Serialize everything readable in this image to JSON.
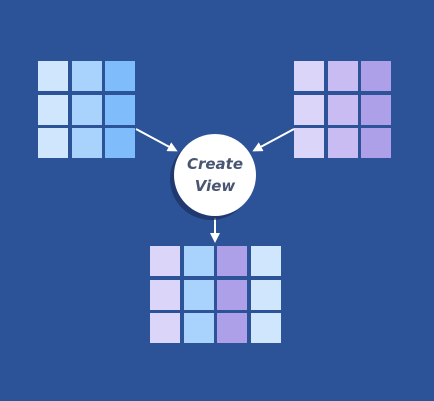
{
  "view_node": {
    "label_line1": "Create",
    "label_line2": "View"
  },
  "colors": {
    "background": "#2c5298",
    "arrow": "#ffffff",
    "node_fill": "#ffffff",
    "node_text": "#4a5572"
  },
  "tables": {
    "left": {
      "rows": 3,
      "cols": 3,
      "column_colors": [
        "#cfe6fd",
        "#a9d2fd",
        "#7ebcfb"
      ]
    },
    "right": {
      "rows": 3,
      "cols": 3,
      "column_colors": [
        "#dcd5fa",
        "#c8bcf2",
        "#ad9fe8"
      ]
    },
    "result": {
      "rows": 3,
      "cols": 4,
      "column_colors": [
        "#dcd5fa",
        "#a9d2fd",
        "#ad9fe8",
        "#cfe6fd"
      ]
    }
  },
  "icons": {
    "arrow_left_in": "arrow-icon",
    "arrow_right_in": "arrow-icon",
    "arrow_down_out": "arrow-icon"
  }
}
